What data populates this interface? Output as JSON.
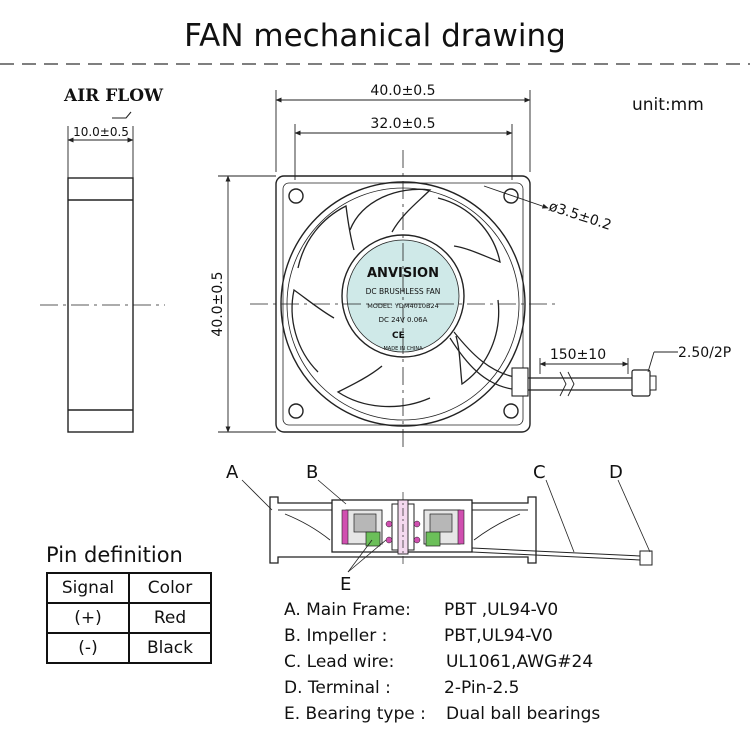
{
  "title": "FAN mechanical drawing",
  "unit": "unit:mm",
  "side_view": {
    "airflow_label": "AIR FLOW",
    "thickness_dim": "10.0±0.5"
  },
  "front_view": {
    "width_dim": "40.0±0.5",
    "hole_spacing_dim": "32.0±0.5",
    "height_dim": "40.0±0.5",
    "hole_dim": "ø3.5±0.2",
    "cable_length_dim": "150±10",
    "connector_dim": "2.50/2P",
    "sticker": {
      "brand": "ANVISION",
      "line1": "DC BRUSHLESS FAN",
      "model": "MODEL: YDM4010B24",
      "rating": "DC 24V  0.06A",
      "mark": "CE",
      "origin": "MADE IN CHINA"
    }
  },
  "section_view": {
    "callouts": [
      "A",
      "B",
      "C",
      "D",
      "E"
    ]
  },
  "pin_definition": {
    "title": "Pin definition",
    "headers": [
      "Signal",
      "Color"
    ],
    "rows": [
      {
        "signal": "(+)",
        "color": "Red"
      },
      {
        "signal": "(-)",
        "color": "Black"
      }
    ]
  },
  "legend": [
    {
      "label": "A.  Main Frame:",
      "value": "PBT ,UL94-V0"
    },
    {
      "label": "B.  Impeller :",
      "value": "PBT,UL94-V0"
    },
    {
      "label": "C.  Lead wire:",
      "value": "UL1061,AWG#24"
    },
    {
      "label": "D. Terminal :",
      "value": "2-Pin-2.5"
    },
    {
      "label": "E.  Bearing type :",
      "value": "Dual ball bearings"
    }
  ],
  "colors": {
    "line": "#222222",
    "sticker": "#cfe9e8",
    "bearing_green": "#6bbf59",
    "magenta": "#d04fb0"
  }
}
